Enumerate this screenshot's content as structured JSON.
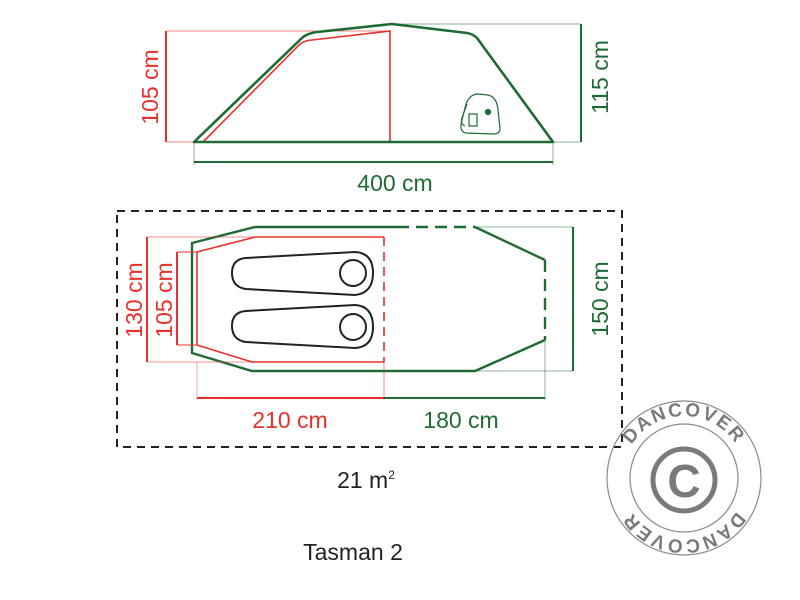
{
  "colors": {
    "red": "#e8302c",
    "green": "#1e6b35",
    "black": "#222222",
    "watermark": "#7a7a7a"
  },
  "side_view": {
    "inner_height": "105 cm",
    "outer_height": "115 cm",
    "length": "400 cm",
    "icon": "backpack-icon"
  },
  "floor_plan": {
    "inner_width_outer": "130 cm",
    "inner_width_inner": "105 cm",
    "total_width": "150 cm",
    "inner_length": "210 cm",
    "porch_length": "180 cm",
    "area": "21 m",
    "area_superscript": "2"
  },
  "product_name": "Tasman 2",
  "watermark": {
    "brand": "DANCOVER",
    "symbol": "©"
  }
}
